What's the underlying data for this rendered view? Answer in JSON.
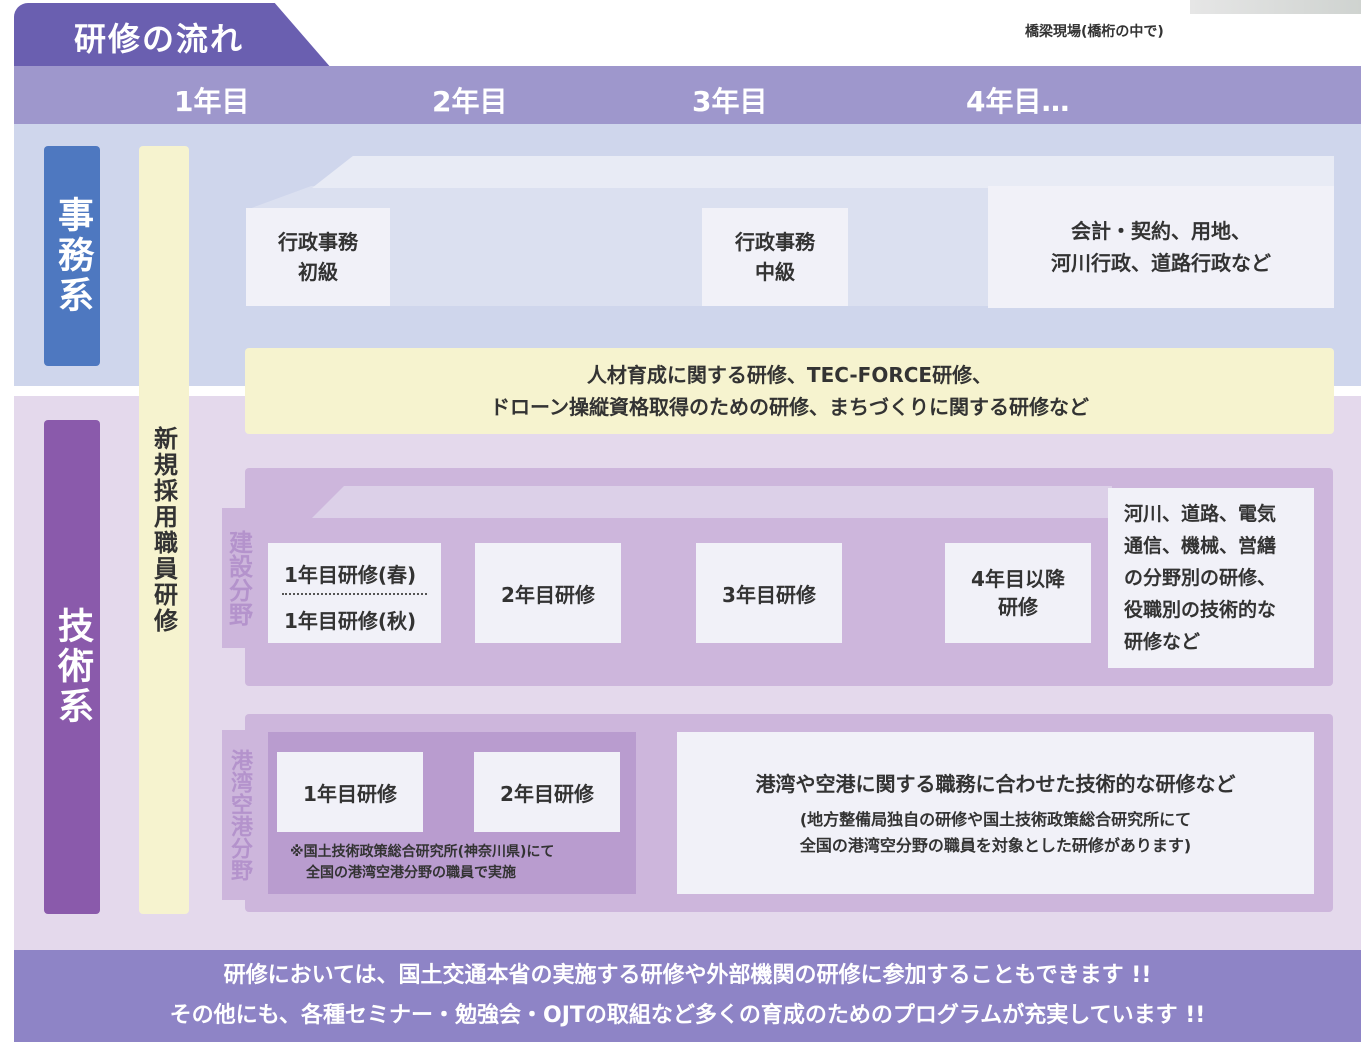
{
  "title": "研修の流れ",
  "photo_caption": "橋梁現場(橋桁の中で)",
  "years": [
    "1年目",
    "2年目",
    "3年目",
    "4年目…"
  ],
  "side_labels": {
    "admin": "事務系",
    "tech": "技術系"
  },
  "new_hire_training": "新規採用職員研修",
  "admin_track": {
    "beginner": [
      "行政事務",
      "初級"
    ],
    "intermediate": [
      "行政事務",
      "中級"
    ],
    "later": [
      "会計・契約、用地、",
      "河川行政、道路行政など"
    ]
  },
  "common_training": [
    "人材育成に関する研修、TEC-FORCE研修、",
    "ドローン操縦資格取得のための研修、まちづくりに関する研修など"
  ],
  "construction": {
    "label": "建設分野",
    "year1_spring": "1年目研修(春)",
    "year1_autumn": "1年目研修(秋)",
    "year2": "2年目研修",
    "year3": "3年目研修",
    "year4": [
      "4年目以降",
      "研修"
    ],
    "later": [
      "河川、道路、電気",
      "通信、機械、営繕",
      "の分野別の研修、",
      "役職別の技術的な",
      "研修など"
    ]
  },
  "port": {
    "label": "港湾空港分野",
    "year1": "1年目研修",
    "year2": "2年目研修",
    "note": [
      "※国土技術政策総合研究所(神奈川県)にて",
      "全国の港湾空港分野の職員で実施"
    ],
    "later_title": "港湾や空港に関する職務に合わせた技術的な研修など",
    "later_sub": [
      "(地方整備局独自の研修や国土技術政策総合研究所にて",
      "全国の港湾空分野の職員を対象とした研修があります)"
    ]
  },
  "footer": [
    "研修においては、国土交通本省の実施する研修や外部機関の研修に参加することもできます !!",
    "その他にも、各種セミナー・勉強会・OJTの取組など多くの育成のためのプログラムが充実しています !!"
  ],
  "colors": {
    "header_bar": "#9e97cc",
    "title_tab": "#6a5fb0",
    "admin_area": "#cfd6ec",
    "tech_area": "#e4d9ec",
    "admin_label": "#4e78c0",
    "tech_label": "#8a5aab",
    "section_box": "#cdb6dc",
    "common_band": "#f6f3cf",
    "footer": "#8e84c6"
  }
}
